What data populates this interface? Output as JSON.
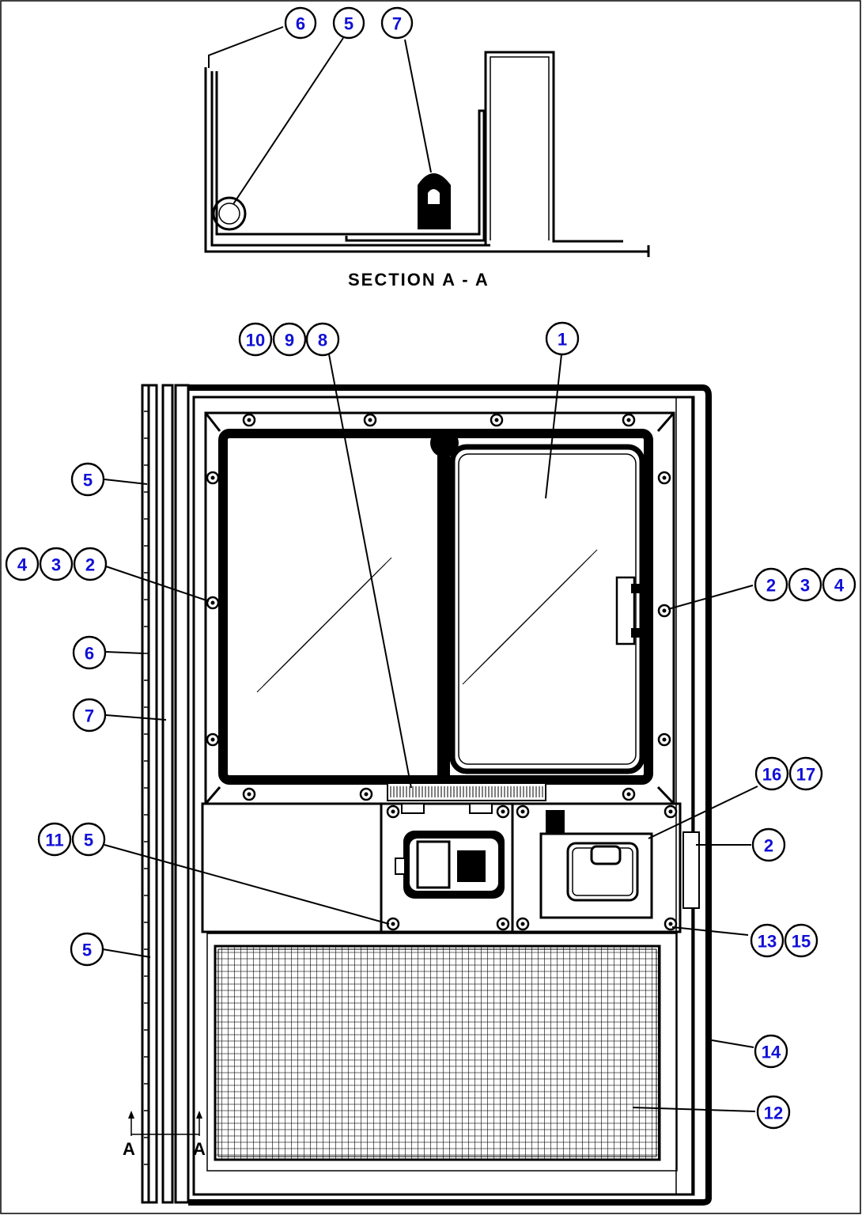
{
  "section_title": "SECTION A - A",
  "section_marks": [
    "A",
    "A"
  ],
  "callouts": {
    "top_6": "6",
    "top_5": "5",
    "top_7": "7",
    "c10": "10",
    "c9": "9",
    "c8": "8",
    "c1": "1",
    "left_5_upper": "5",
    "left_4": "4",
    "left_3": "3",
    "left_2": "2",
    "right_2": "2",
    "right_3": "3",
    "right_4": "4",
    "left_6": "6",
    "left_7": "7",
    "c16": "16",
    "c17": "17",
    "c11": "11",
    "c11_5": "5",
    "right_2_mid": "2",
    "c13": "13",
    "c15": "15",
    "left_5_lower": "5",
    "c14": "14",
    "c12": "12"
  },
  "colors": {
    "callout_text": "#1010d8",
    "line": "#000000",
    "background": "#ffffff"
  }
}
